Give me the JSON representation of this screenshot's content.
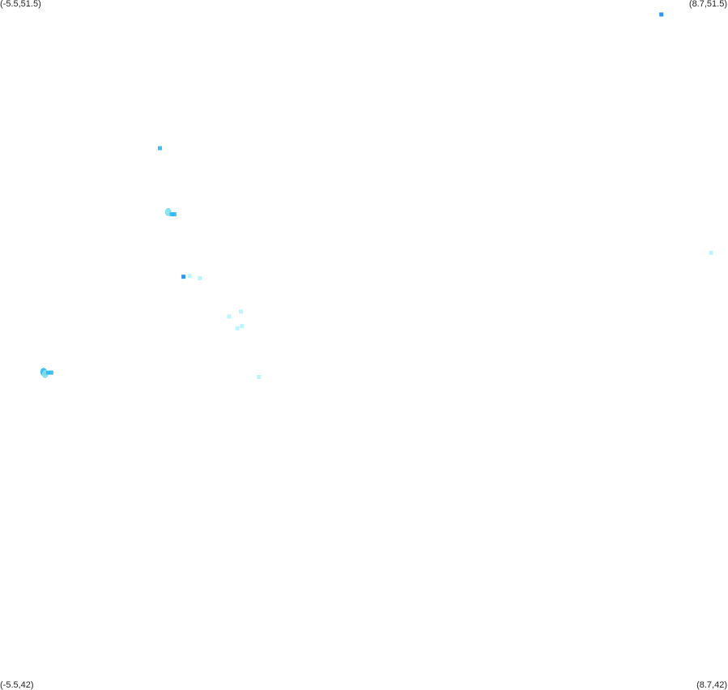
{
  "corners": {
    "top_left": "(-5.5,51.5)",
    "top_right": "(8.7,51.5)",
    "bottom_left": "(-5.5,42)",
    "bottom_right": "(8.7,42)"
  },
  "bounds": {
    "lon_min": -5.5,
    "lon_max": 8.7,
    "lat_min": 42,
    "lat_max": 51.5
  },
  "colors": {
    "dark": "#1e88e5",
    "mid": "#29b6f6",
    "light": "#80deea",
    "pale": "#b2f5fb"
  },
  "points": [
    {
      "lon": 7.4,
      "lat": 51.3,
      "tone": "dark",
      "shape": "square"
    },
    {
      "lon": -2.38,
      "lat": 49.46,
      "tone": "mid",
      "shape": "square"
    },
    {
      "lon": -2.22,
      "lat": 48.58,
      "tone": "light",
      "shape": "circle"
    },
    {
      "lon": -2.15,
      "lat": 48.55,
      "tone": "mid",
      "shape": "square"
    },
    {
      "lon": -2.1,
      "lat": 48.55,
      "tone": "mid",
      "shape": "square"
    },
    {
      "lon": -1.92,
      "lat": 47.69,
      "tone": "dark",
      "shape": "square"
    },
    {
      "lon": -1.8,
      "lat": 47.7,
      "tone": "pale",
      "shape": "square"
    },
    {
      "lon": -1.6,
      "lat": 47.67,
      "tone": "pale",
      "shape": "square"
    },
    {
      "lon": -1.03,
      "lat": 47.14,
      "tone": "pale",
      "shape": "square"
    },
    {
      "lon": -0.8,
      "lat": 47.21,
      "tone": "pale",
      "shape": "square"
    },
    {
      "lon": -0.87,
      "lat": 46.98,
      "tone": "pale",
      "shape": "square"
    },
    {
      "lon": -0.78,
      "lat": 47.01,
      "tone": "pale",
      "shape": "square"
    },
    {
      "lon": -0.45,
      "lat": 46.31,
      "tone": "pale",
      "shape": "square"
    },
    {
      "lon": 8.37,
      "lat": 48.02,
      "tone": "pale",
      "shape": "square"
    },
    {
      "lon": -4.65,
      "lat": 46.38,
      "tone": "mid",
      "shape": "circle"
    },
    {
      "lon": -4.62,
      "lat": 46.35,
      "tone": "light",
      "shape": "circle"
    },
    {
      "lon": -4.56,
      "lat": 46.37,
      "tone": "mid",
      "shape": "square"
    },
    {
      "lon": -4.5,
      "lat": 46.37,
      "tone": "mid",
      "shape": "square"
    }
  ]
}
